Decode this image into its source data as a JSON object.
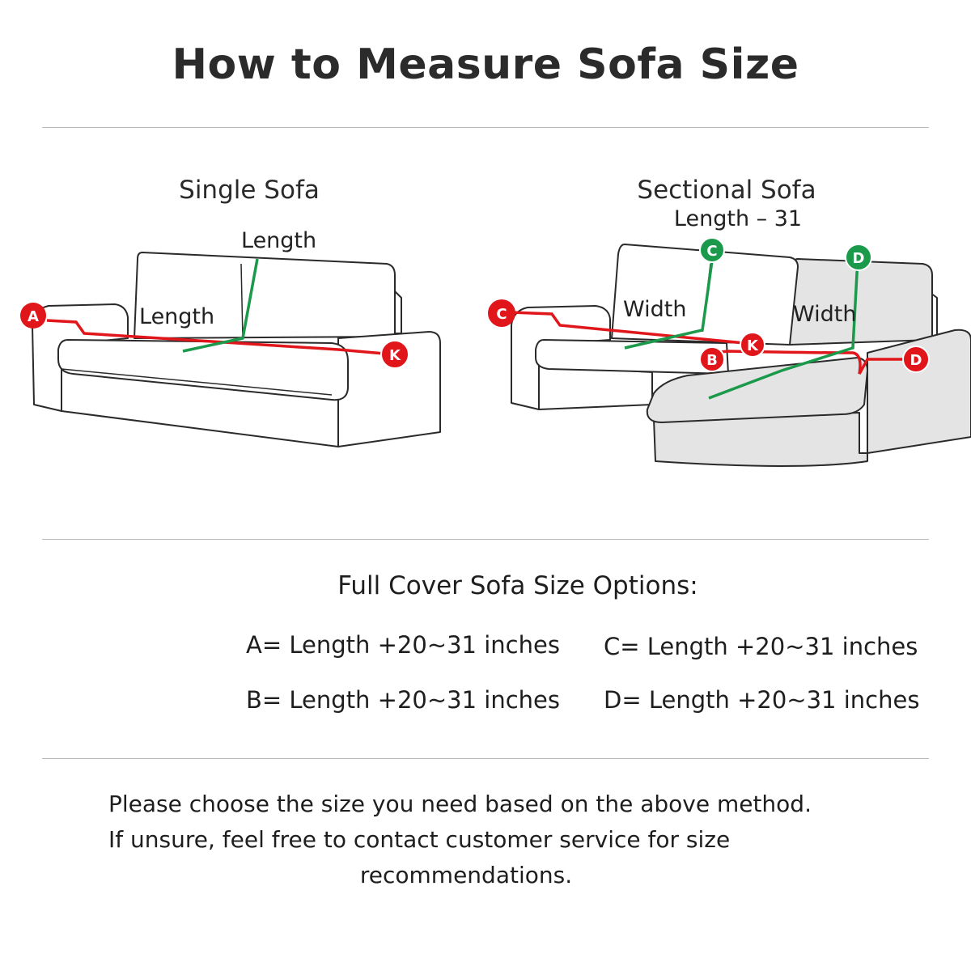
{
  "title": "How to Measure Sofa Size",
  "colors": {
    "measure_line_red": "#e0161b",
    "measure_line_green": "#1a9a4a",
    "marker_red": "#e0161b",
    "marker_green": "#1a9a4a",
    "outline": "#2a2a2a",
    "chaise_fill": "#e4e4e4"
  },
  "single_sofa": {
    "title": "Single Sofa",
    "length_top": "Length",
    "length_seat": "Length",
    "markers": [
      "A",
      "K"
    ]
  },
  "sectional_sofa": {
    "title": "Sectional Sofa",
    "subtitle": "Length – 31",
    "width_left": "Width",
    "width_right": "Width",
    "markers": {
      "c_left": "C",
      "c_top": "C",
      "d_top": "D",
      "k": "K",
      "b": "B",
      "d_right": "D"
    }
  },
  "options": {
    "heading": "Full Cover Sofa Size Options:",
    "items": [
      "A= Length +20~31 inches",
      "C= Length +20~31 inches",
      "B= Length +20~31 inches",
      "D= Length +20~31 inches"
    ]
  },
  "footer": {
    "line1": "Please choose the size you need based on the above method.",
    "line2": "If unsure, feel free to contact customer service for size",
    "line3": "recommendations."
  }
}
